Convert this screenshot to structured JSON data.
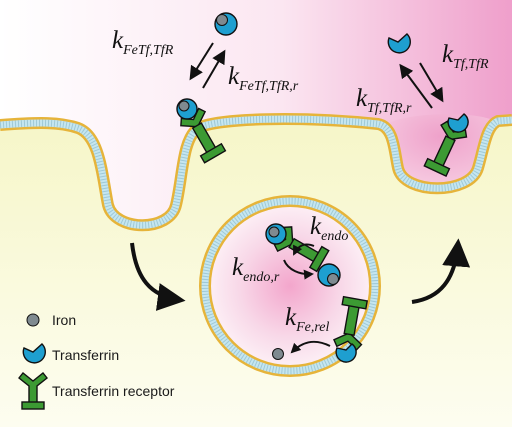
{
  "rates": {
    "fetf_fwd": {
      "base": "k",
      "sub": "FeTf,TfR"
    },
    "fetf_rev": {
      "base": "k",
      "sub": "FeTf,TfR,r"
    },
    "tf_fwd": {
      "base": "k",
      "sub": "Tf,TfR"
    },
    "tf_rev": {
      "base": "k",
      "sub": "Tf,TfR,r"
    },
    "endo": {
      "base": "k",
      "sub": "endo"
    },
    "endo_rev": {
      "base": "k",
      "sub": "endo,r"
    },
    "fe_rel": {
      "base": "k",
      "sub": "Fe,rel"
    }
  },
  "legend": {
    "iron": "Iron",
    "transferrin": "Transferrin",
    "receptor": "Transferrin receptor"
  },
  "colors": {
    "transferrin": "#1e9fd0",
    "iron": "#7f8a90",
    "receptor": "#3c9a33",
    "membrane_head": "#e8b83a",
    "membrane_core": "#bfe3ee",
    "cytoplasm": "#f8f8d2",
    "extracellular": "#f3bfdc"
  }
}
